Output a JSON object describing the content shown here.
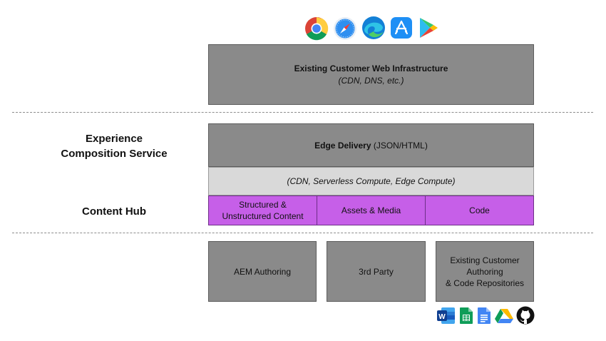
{
  "top_box": {
    "title": "Existing Customer Web Infrastructure",
    "subtitle": "(CDN, DNS, etc.)"
  },
  "section_labels": {
    "experience_line1": "Experience",
    "experience_line2": "Composition Service",
    "content_hub": "Content Hub"
  },
  "edge_delivery": {
    "title_bold": "Edge Delivery",
    "title_rest": " (JSON/HTML)"
  },
  "compute_box": {
    "text": "(CDN, Serverless Compute, Edge Compute)"
  },
  "content_hub_cells": {
    "structured_line1": "Structured &",
    "structured_line2": "Unstructured Content",
    "assets": "Assets & Media",
    "code": "Code"
  },
  "authoring_boxes": {
    "aem": "AEM Authoring",
    "third_party": "3rd Party",
    "existing_line1": "Existing Customer",
    "existing_line2": "Authoring",
    "existing_line3": "& Code Repositories"
  },
  "top_icons": [
    "chrome-icon",
    "safari-icon",
    "edge-icon",
    "app-store-icon",
    "google-play-icon"
  ],
  "bottom_icons": [
    "word-icon",
    "sheets-icon",
    "docs-icon",
    "drive-icon",
    "github-icon"
  ],
  "colors": {
    "gray_box": "#8a8a8a",
    "light_box": "#d9d9d9",
    "purple_box": "#c65fe8"
  }
}
